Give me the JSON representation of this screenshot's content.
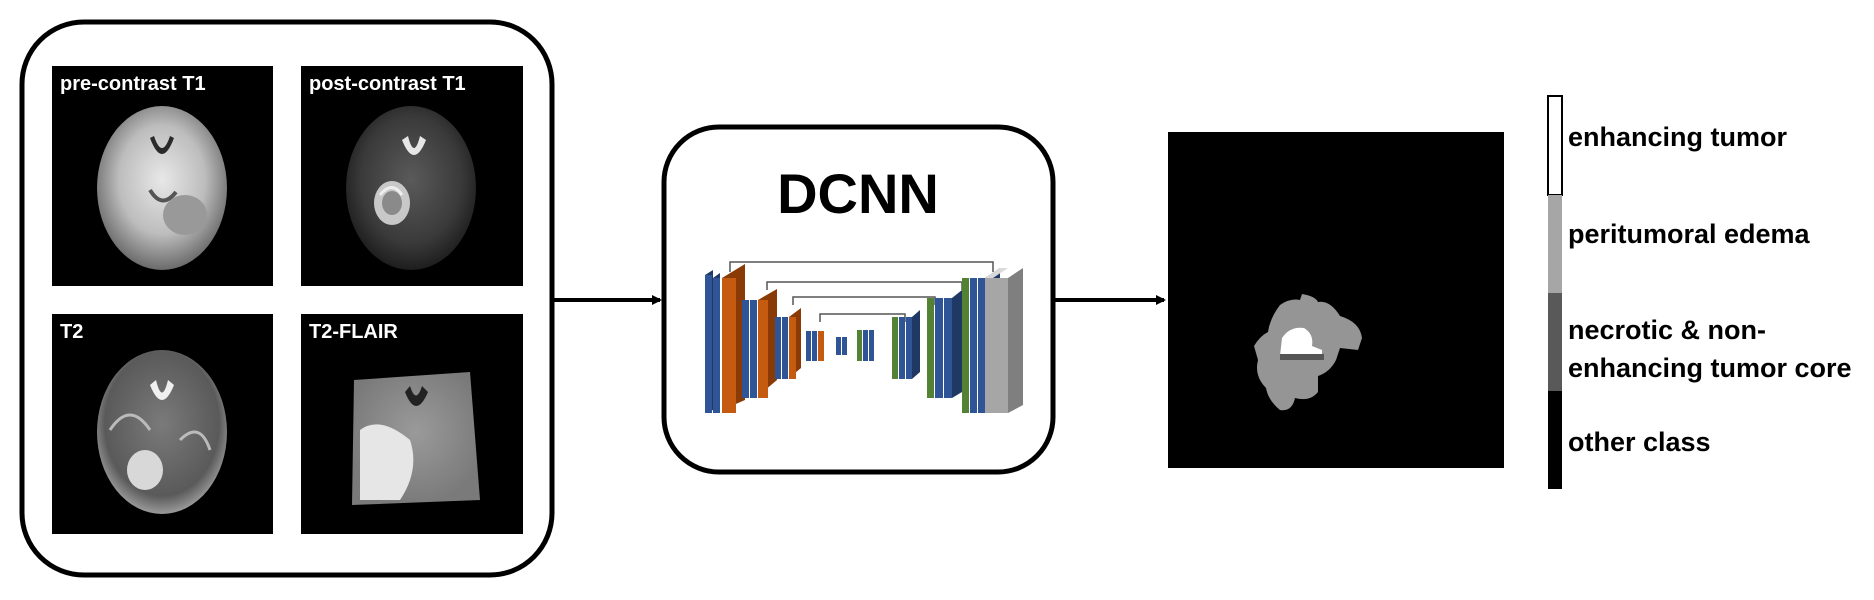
{
  "inputs": {
    "pre_contrast": "pre-contrast T1",
    "post_contrast": "post-contrast T1",
    "t2": "T2",
    "t2_flair": "T2-FLAIR"
  },
  "model": {
    "title": "DCNN"
  },
  "legend": {
    "enhancing": "enhancing tumor",
    "edema": "peritumoral edema",
    "necrotic_line1": "necrotic & non-",
    "necrotic_line2": "enhancing tumor core",
    "other": "other class"
  },
  "colors": {
    "enhancing": "#ffffff",
    "edema": "#a6a6a6",
    "necrotic": "#595959",
    "other": "#000000",
    "layer_blue": "#2f5597",
    "layer_orange": "#c55a11",
    "layer_green": "#548235",
    "layer_gray": "#a6a6a6"
  }
}
